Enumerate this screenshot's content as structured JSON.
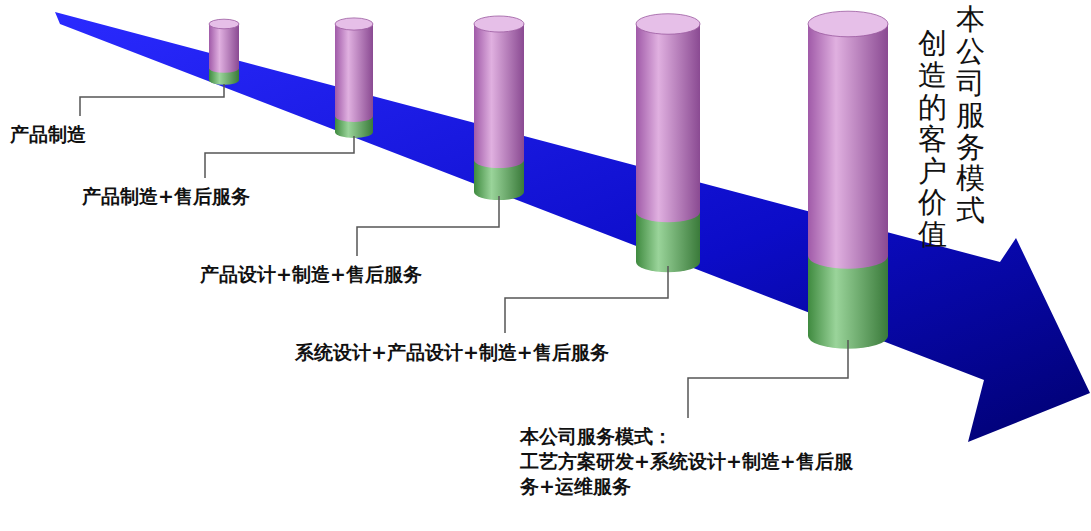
{
  "diagram": {
    "labels": [
      "本公司服务模式",
      "创造的客户价值",
      "产品制造",
      "产品制造+售后服务",
      "产品设计+制造+售后服务",
      "系统设计+产品设计+制造+售后服务",
      "本公司服务模式：",
      "工艺方案研发+系统设计+制造+售后服务+运维服务"
    ]
  }
}
